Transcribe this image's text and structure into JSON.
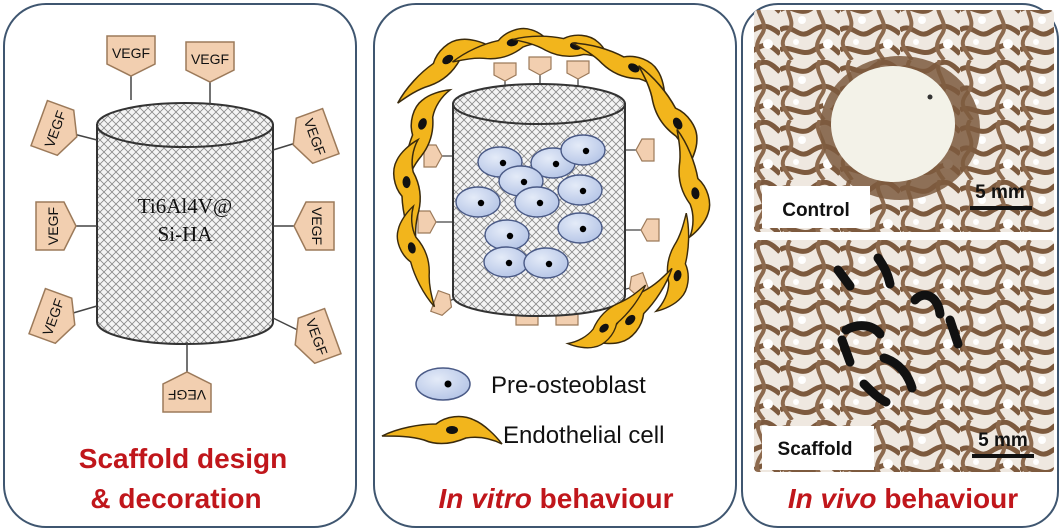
{
  "panels": [
    {
      "caption_line1": "Scaffold design",
      "caption_line2": "& decoration",
      "core_label_line1": "Ti6Al4V@",
      "core_label_line2": "Si-HA",
      "factor_label": "VEGF"
    },
    {
      "caption_italic": "In vitro",
      "caption_rest": " behaviour",
      "legend": {
        "osteoblast_label": "Pre-osteoblast",
        "endothelial_label": "Endothelial cell"
      }
    },
    {
      "caption_italic": "In vivo",
      "caption_rest": " behaviour",
      "top_image_label": "Control",
      "bottom_image_label": "Scaffold",
      "scale_bar_label": "5 mm"
    }
  ],
  "colors": {
    "caption_red": "#c0161b",
    "panel_border": "#3f5670",
    "vegf_fill": "#f2cfb0",
    "vegf_stroke": "#9c7a5a",
    "osteoblast_fill": "#c8d4ee",
    "osteoblast_stroke": "#4a5a86",
    "endothelial_fill": "#f2b51c",
    "endothelial_stroke": "#3a2a0c",
    "tissue_brown": "#7d5a3e"
  },
  "icons": [
    "cylinder-scaffold",
    "vegf-tag",
    "pre-osteoblast-cell",
    "endothelial-cell"
  ]
}
